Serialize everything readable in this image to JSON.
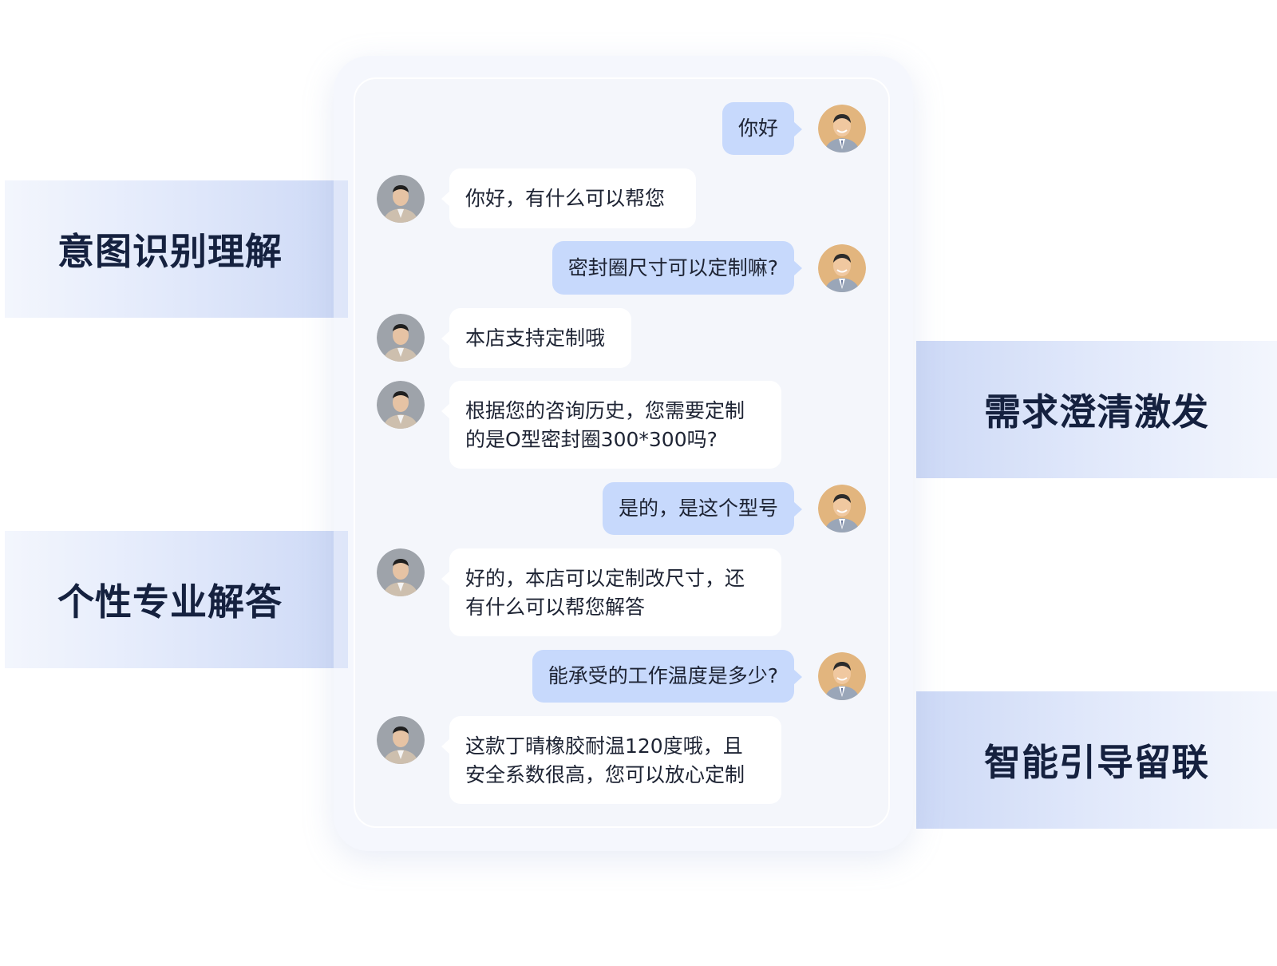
{
  "features": {
    "intent": "意图识别理解",
    "clarify": "需求澄清激发",
    "answer": "个性专业解答",
    "guide": "智能引导留联"
  },
  "messages": [
    {
      "role": "user",
      "text": "你好"
    },
    {
      "role": "bot",
      "text": "你好，有什么可以帮您"
    },
    {
      "role": "user",
      "text": "密封圈尺寸可以定制嘛?"
    },
    {
      "role": "bot",
      "text": "本店支持定制哦"
    },
    {
      "role": "bot",
      "text": "根据您的咨询历史，您需要定制\n的是O型密封圈300*300吗?"
    },
    {
      "role": "user",
      "text": "是的，是这个型号"
    },
    {
      "role": "bot",
      "text": "好的，本店可以定制改尺寸，还\n有什么可以帮您解答"
    },
    {
      "role": "user",
      "text": "能承受的工作温度是多少?"
    },
    {
      "role": "bot",
      "text": "这款丁晴橡胶耐温120度哦，且\n安全系数很高，您可以放心定制"
    }
  ],
  "colors": {
    "user_bubble": "#c7d9fc",
    "bot_bubble": "#ffffff",
    "panel_bg": "#f4f6fb",
    "feature_text": "#15213f"
  },
  "icons": {
    "user_avatar": "user-avatar-icon",
    "bot_avatar": "agent-avatar-icon"
  }
}
